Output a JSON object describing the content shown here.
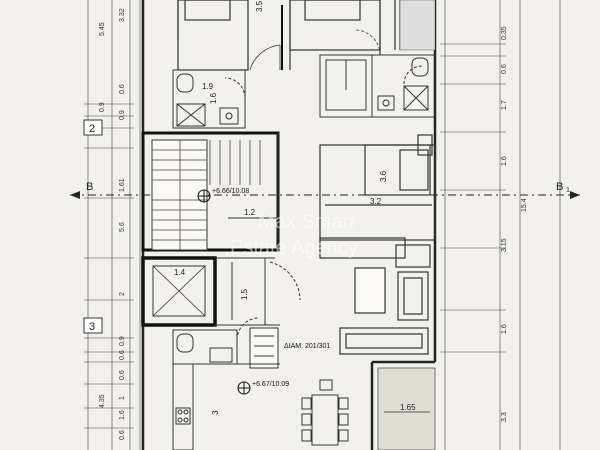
{
  "grid_axes": {
    "axis_2": "2",
    "axis_3": "3"
  },
  "section_marks": {
    "left": "B",
    "right": "B",
    "right_sub": "1"
  },
  "left_dims_outer": [
    "5.45",
    "0.9",
    "4.35"
  ],
  "left_dims_mid": [
    "3.32",
    "0.6",
    "0.9",
    "1.61",
    "5.6",
    "2",
    "0.9",
    "0.6",
    "0.6",
    "1",
    "1.6",
    "0.6"
  ],
  "right_dims_outer": [
    "15.4"
  ],
  "right_dims_mid": [
    "0.35",
    "0.6",
    "1.7",
    "1.6",
    "3.15",
    "1.6",
    "3.3"
  ],
  "room_dims": {
    "bath_w": "1.9",
    "bath_h": "1.6",
    "bed_top": "3.5",
    "bed_right_w": "3.2",
    "bed_right_h": "3.6",
    "corridor_w": "1.2",
    "lift_w": "1.4",
    "lobby_h": "1.5",
    "kitchen_h": "3",
    "balcony_w": "1.65"
  },
  "levels": {
    "stair": "+6.66/10.08",
    "living": "+6.67/10.09"
  },
  "apartment_label": "ΔΙΑΜ. 201/301",
  "watermark": {
    "line1": "Max Smart",
    "line2": "Estate Agency"
  }
}
